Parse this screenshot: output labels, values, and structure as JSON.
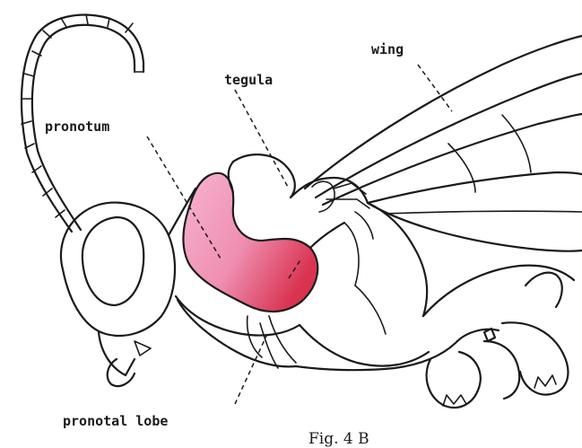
{
  "labels": {
    "wing": "wing",
    "tegula": "tegula",
    "pronotum": "pronotum",
    "pronotal_lobe": "pronotal lobe"
  },
  "caption": "Fig. 4 B",
  "colors": {
    "pronotum_light": "#f4a6c6",
    "pronotum_dark": "#d9334f",
    "line": "#1a1a1a",
    "background": "#ffffff"
  }
}
